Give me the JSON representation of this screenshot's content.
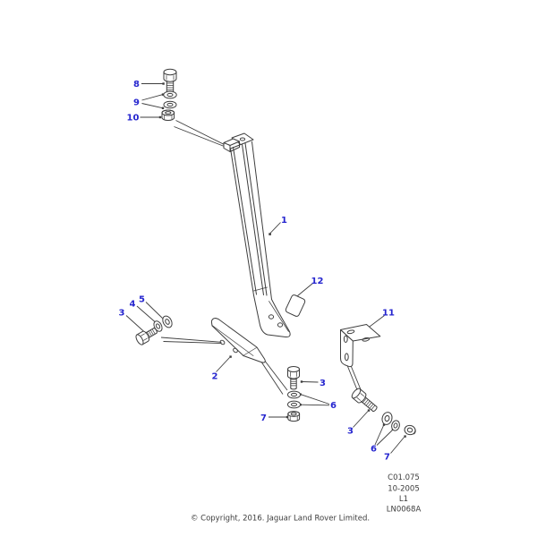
{
  "callouts": [
    {
      "label": "8"
    },
    {
      "label": "9"
    },
    {
      "label": "10"
    },
    {
      "label": "1"
    },
    {
      "label": "12"
    },
    {
      "label": "5"
    },
    {
      "label": "4"
    },
    {
      "label": "3"
    },
    {
      "label": "2"
    },
    {
      "label": "3"
    },
    {
      "label": "6"
    },
    {
      "label": "7"
    },
    {
      "label": "11"
    },
    {
      "label": "3"
    },
    {
      "label": "6"
    },
    {
      "label": "7"
    }
  ],
  "reference_block": {
    "lines": [
      "C01.075",
      "10-2005",
      "L1",
      "LN0068A"
    ]
  },
  "footer": {
    "copyright": "© Copyright, 2016. Jaguar Land Rover Limited."
  },
  "colors": {
    "callout_blue": "#2626cf",
    "line_dark": "#3e3e3e",
    "text_gray": "#3c3c3c",
    "background": "#ffffff"
  }
}
